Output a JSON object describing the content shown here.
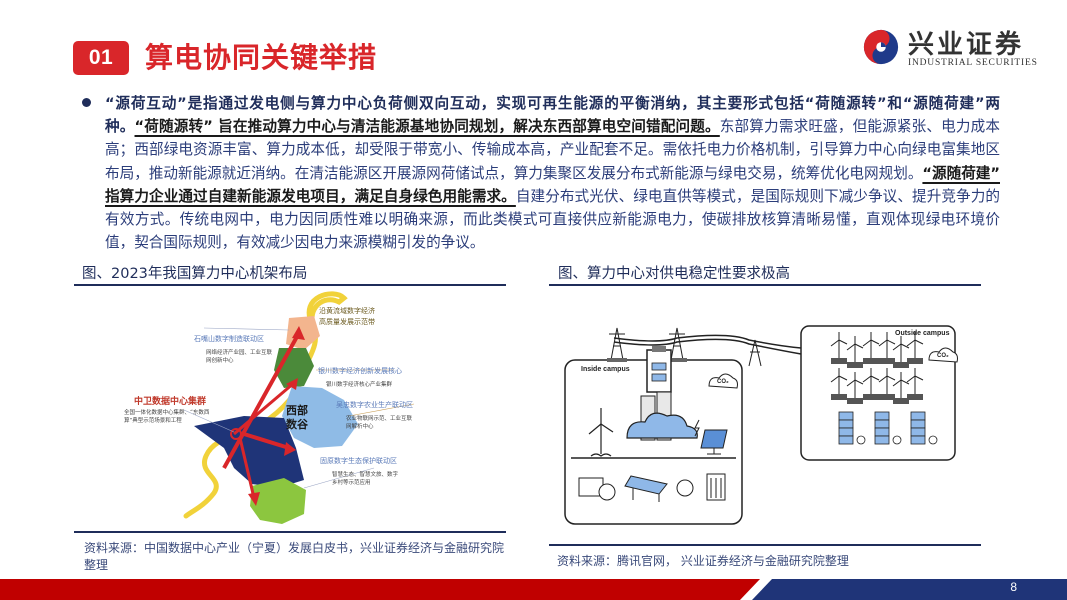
{
  "header": {
    "section_number": "01",
    "title": "算电协同关键举措"
  },
  "logo": {
    "name_cn": "兴业证券",
    "name_en": "INDUSTRIAL SECURITIES",
    "colors": {
      "red": "#d9262a",
      "navy": "#1f3a8a"
    }
  },
  "body": {
    "segments": [
      {
        "text": "“源荷互动”是指通过发电侧与算力中心负荷侧双向互动，实现可再生能源的平衡消纳，其主要形式包括“荷随源转”和“源随荷建”两种。",
        "style": "bold-navy"
      },
      {
        "text": "“荷随源转” 旨在推动算力中心与清洁能源基地协同规划，解决东西部算电空间错配问题。",
        "style": "bold-underline"
      },
      {
        "text": "东部算力需求旺盛，但能源紧张、电力成本高；西部绿电资源丰富、算力成本低，却受限于带宽小、传输成本高，产业配套不足。需依托电力价格机制，引导算力中心向绿电富集地区布局，推动新能源就近消纳。在清洁能源区开展源网荷储试点，算力集聚区发展分布式新能源与绿电交易，统筹优化电网规划。",
        "style": "normal"
      },
      {
        "text": "“源随荷建” 指算力企业通过自建新能源发电项目，满足自身绿色用能需求。",
        "style": "bold-underline"
      },
      {
        "text": "自建分布式光伏、绿电直供等模式，是国际规则下减少争议、提升竞争力的有效方式。传统电网中，电力因同质性难以明确来源，而此类模式可直接供应新能源电力，使碳排放核算清晰易懂，直观体现绿电环境价值，契合国际规则，有效减少因电力来源模糊引发的争议。",
        "style": "normal"
      }
    ]
  },
  "figures": [
    {
      "caption": "图、2023年我国算力中心机架布局",
      "source": "资料来源：中国数据中心产业（宁夏）发展白皮书，兴业证券经济与金融研究院整理",
      "map_labels": {
        "yellow_river": "沿黄流域数字经济\n高质量发展示范带",
        "shizuishan": "石嘴山数字制造联动区",
        "shizuishan_sub": "网络经济产业园、工业互联网创新中心",
        "yinchuan": "银川数字经济创新发展核心",
        "yinchuan_sub": "银川数字经济核心产业集群",
        "zhongwei": "中卫数据中心集群",
        "zhongwei_sub": "全国一体化数据中心集群、“东数西算”典型示范场景和工程",
        "wuzhong": "吴忠数字农业生产联动区",
        "wuzhong_sub": "农业物联网示范、工业互联网解析中心",
        "guyuan": "固原数字生态保护联动区",
        "guyuan_sub": "智慧生态、智慧文旅、数字乡村等示范应用",
        "center": "西部\n数谷"
      }
    },
    {
      "caption": "图、算力中心对供电稳定性要求极高",
      "source": "资料来源：腾讯官网， 兴业证券经济与金融研究院整理",
      "diagram_labels": {
        "inside": "Inside campus",
        "outside": "Outside campus",
        "co2": "CO₂"
      }
    }
  ],
  "footer": {
    "page_number": "8",
    "colors": {
      "red": "#c00000",
      "navy": "#1f3478"
    }
  }
}
